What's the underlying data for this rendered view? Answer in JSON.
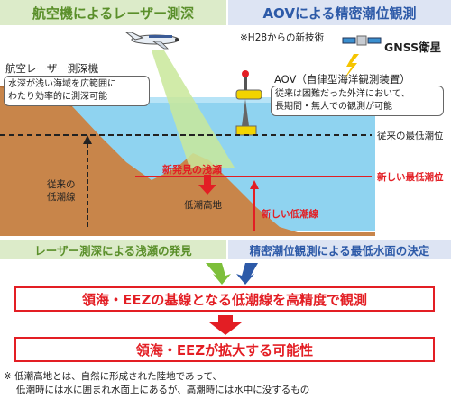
{
  "headers": {
    "left": "航空機によるレーザー測深",
    "right": "AOVによる精密潮位観測"
  },
  "left_panel": {
    "aircraft_label": "航空レーザー測深機",
    "aircraft_desc": [
      "水深が浅い海域を広範囲に",
      "わたり効率的に測深可能"
    ]
  },
  "right_panel": {
    "note": "※H28からの新技術",
    "gnss_label": "GNSS衛星",
    "aov_title": "AOV（自律型海洋観測装置）",
    "aov_desc": [
      "従来は困難だった外洋において、",
      "長期間・無人での観測が可能"
    ]
  },
  "diagram_labels": {
    "old_low_water_level": "従来の最低潮位",
    "new_low_water_level": "新しい最低潮位",
    "new_shoal": "新発見の浅瀬",
    "low_tide_elevation": "低潮高地",
    "new_low_water_line": "新しい低潮線",
    "old_low_water_line": [
      "従来の",
      "低潮線"
    ]
  },
  "results": {
    "left": "レーザー測深による浅瀬の発見",
    "right": "精密潮位観測による最低水面の決定"
  },
  "conclusions": {
    "first": "領海・EEZの基線となる低潮線を高精度で観測",
    "second": "領海・EEZが拡大する可能性"
  },
  "footnote": [
    "※ 低潮高地とは、自然に形成された陸地であって、",
    "低潮時には水に囲まれ水面上にあるが、高潮時には水中に没するもの"
  ],
  "colors": {
    "green": "#5a8f2a",
    "blue": "#2d5aa8",
    "red": "#e31e24",
    "sea": "#8fd3f0",
    "land": "#c8854a"
  }
}
